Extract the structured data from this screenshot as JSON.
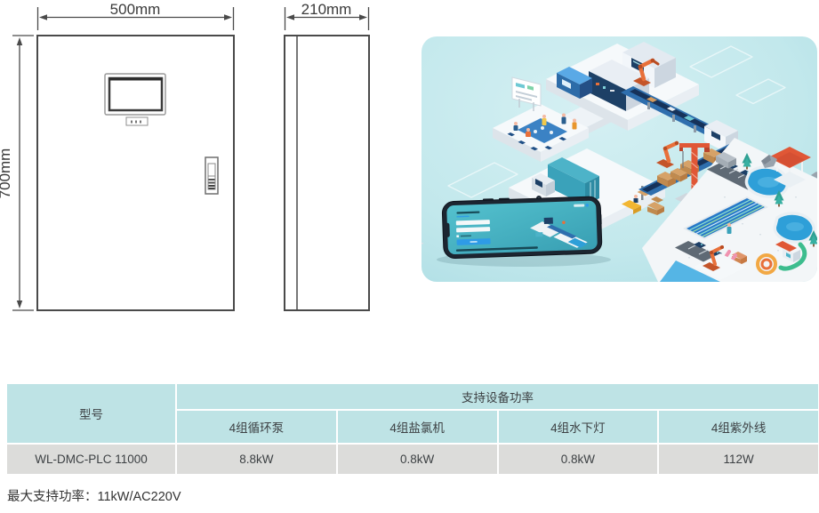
{
  "drawing": {
    "front_width_label": "500mm",
    "side_depth_label": "210mm",
    "height_label": "700mm"
  },
  "spec_table": {
    "model_header": "型号",
    "power_group_header": "支持设备功率",
    "column_headers": [
      "4组循环泵",
      "4组盐氯机",
      "4组水下灯",
      "4组紫外线"
    ],
    "rows": [
      {
        "model": "WL-DMC-PLC 11000",
        "values": [
          "8.8kW",
          "0.8kW",
          "0.8kW",
          "112W"
        ]
      }
    ]
  },
  "footnote": "最大支持功率：11kW/AC220V",
  "colors": {
    "table_header_bg": "#bee3e5",
    "table_row_bg": "#dcdcda",
    "illustration_teal_light": "#d5f0f3",
    "illustration_teal_dark": "#9bd3db",
    "accent_orange": "#e8703a",
    "navy": "#1d4066",
    "conveyor_blue": "#2f6fae",
    "pool_blue": "#2e9fd8",
    "drawing_line": "#4a4a4a"
  },
  "icons": {
    "scene": "isometric-smart-factory-pool-scene",
    "phone": "smartphone-app-preview"
  }
}
